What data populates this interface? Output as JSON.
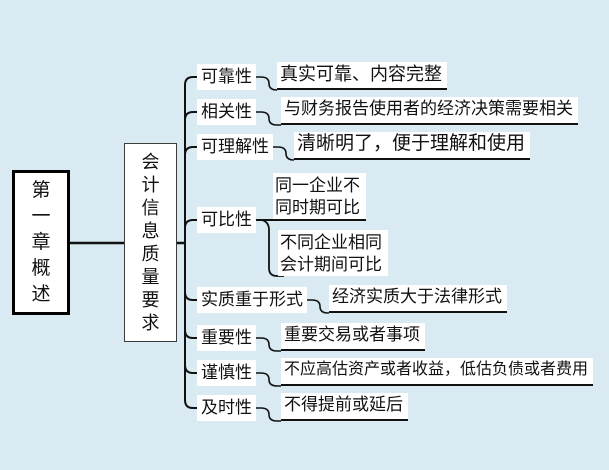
{
  "canvas": {
    "background_color": "#d9eaf2",
    "node_background": "#ffffff",
    "line_color": "#111111"
  },
  "root": {
    "label": "第一章概述"
  },
  "topic": {
    "label": "会计信息质量要求"
  },
  "branches": [
    {
      "label": "可靠性",
      "description": "真实可靠、内容完整"
    },
    {
      "label": "相关性",
      "description": "与财务报告使用者的经济决策需要相关"
    },
    {
      "label": "可理解性",
      "description": "清晰明了，便于理解和使用"
    },
    {
      "label": "可比性",
      "children": [
        {
          "text": "同一企业不\n同时期可比"
        },
        {
          "text": "不同企业相同\n会计期间可比"
        }
      ]
    },
    {
      "label": "实质重于形式",
      "description": "经济实质大于法律形式"
    },
    {
      "label": "重要性",
      "description": "重要交易或者事项"
    },
    {
      "label": "谨慎性",
      "description": "不应高估资产或者收益，低估负债或者费用"
    },
    {
      "label": "及时性",
      "description": "不得提前或延后"
    }
  ]
}
